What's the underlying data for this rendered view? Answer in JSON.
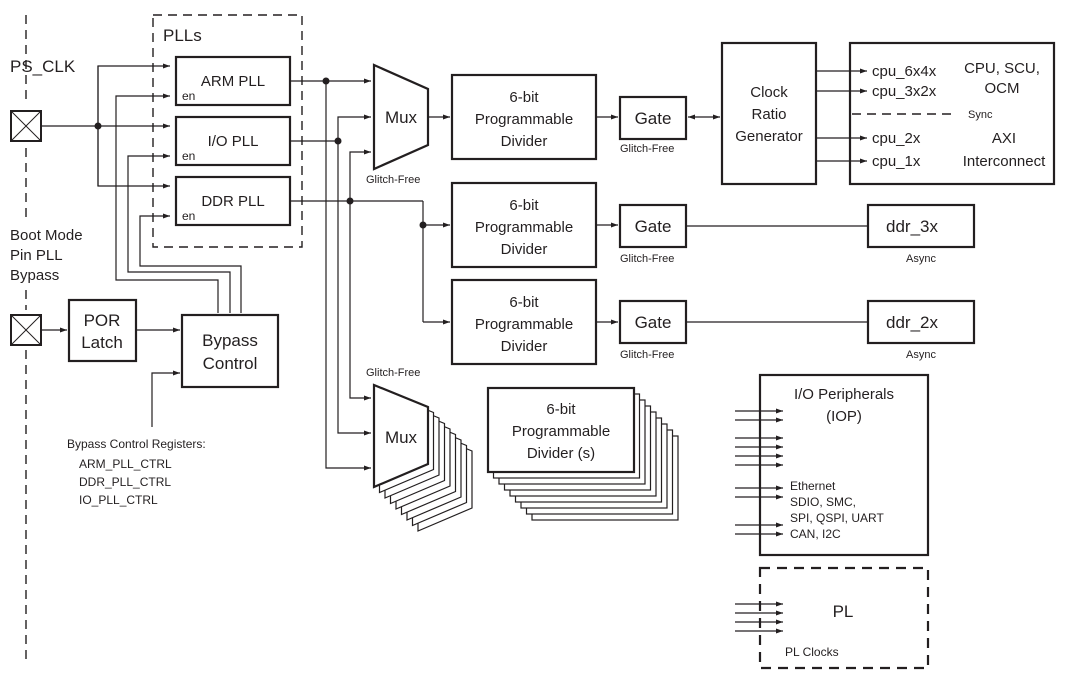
{
  "labels": {
    "ps_clk": "PS_CLK",
    "boot_mode": [
      "Boot Mode",
      "Pin PLL",
      "Bypass"
    ],
    "plls_group": "PLLs",
    "en": "en"
  },
  "plls": [
    {
      "name": "ARM PLL"
    },
    {
      "name": "I/O PLL"
    },
    {
      "name": "DDR PLL"
    }
  ],
  "por_latch": [
    "POR",
    "Latch"
  ],
  "bypass_control": [
    "Bypass",
    "Control"
  ],
  "bypass_registers": {
    "title": "Bypass Control Registers:",
    "items": [
      "ARM_PLL_CTRL",
      "DDR_PLL_CTRL",
      "IO_PLL_CTRL"
    ]
  },
  "mux": {
    "label": "Mux",
    "note": "Glitch-Free"
  },
  "divider": [
    "6-bit",
    "Programmable",
    "Divider"
  ],
  "divider_multi": [
    "6-bit",
    "Programmable",
    "Divider (s)"
  ],
  "gate": {
    "label": "Gate",
    "note": "Glitch-Free"
  },
  "clock_ratio": [
    "Clock",
    "Ratio",
    "Generator"
  ],
  "cpu_block": {
    "outputs": [
      "cpu_6x4x",
      "cpu_3x2x",
      "cpu_2x",
      "cpu_1x"
    ],
    "top_label": [
      "CPU, SCU,",
      "OCM"
    ],
    "sync": "Sync",
    "bottom_label": [
      "AXI",
      "Interconnect"
    ]
  },
  "ddr_outputs": [
    {
      "name": "ddr_3x",
      "note": "Async"
    },
    {
      "name": "ddr_2x",
      "note": "Async"
    }
  ],
  "iop": {
    "title": [
      "I/O Peripherals",
      "(IOP)"
    ],
    "items": [
      "Ethernet",
      "SDIO, SMC,",
      "SPI, QSPI, UART",
      "CAN, I2C"
    ]
  },
  "pl": {
    "title": "PL",
    "clocks": "PL Clocks"
  }
}
